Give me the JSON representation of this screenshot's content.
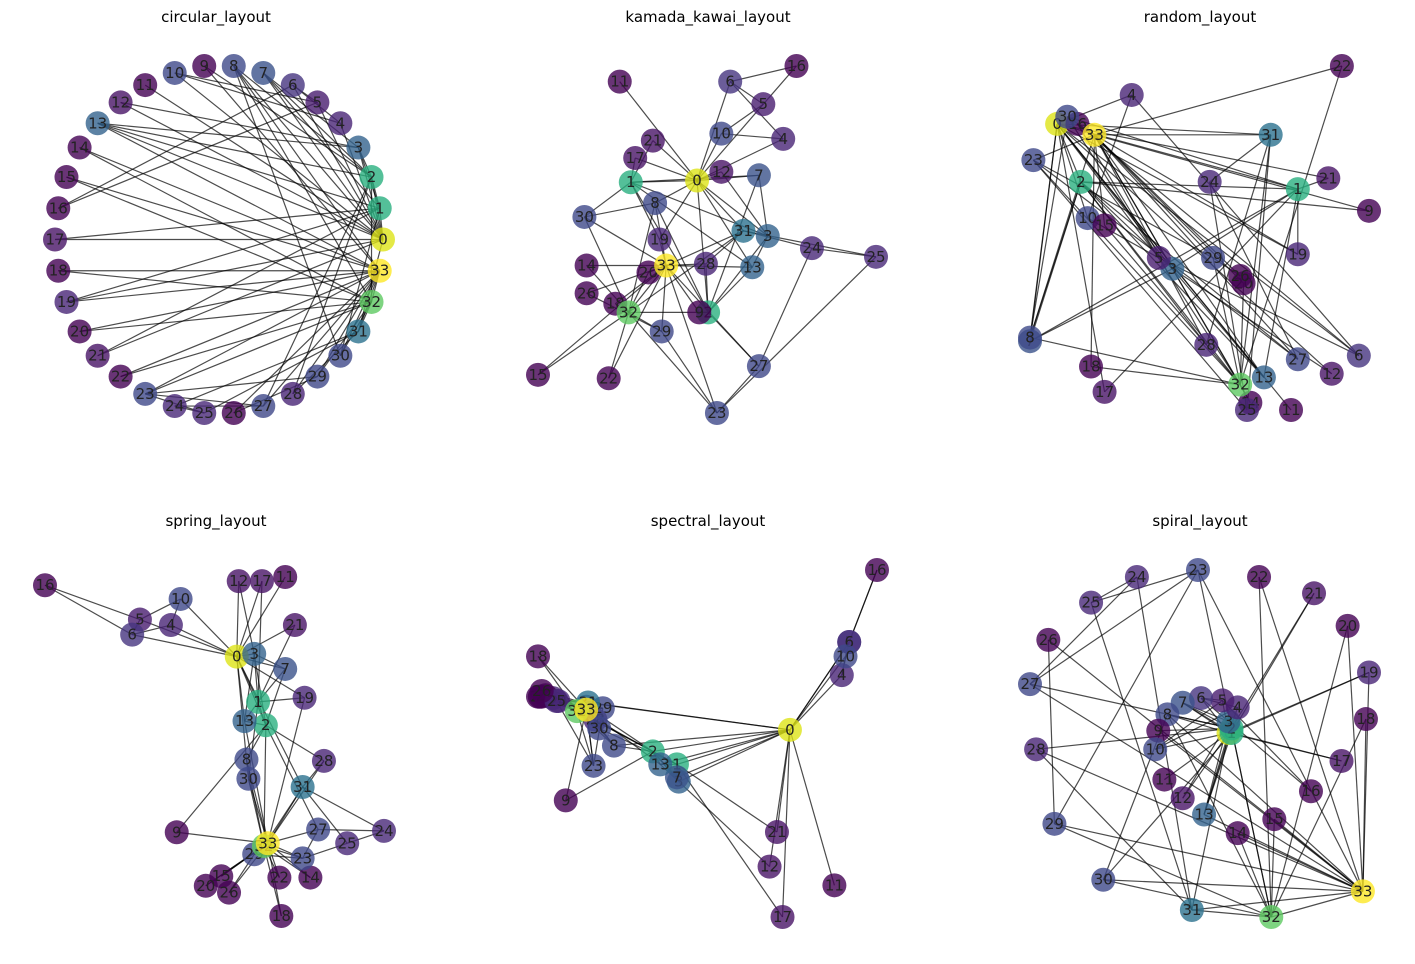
{
  "figure": {
    "panels": [
      {
        "title": "circular_layout"
      },
      {
        "title": "kamada_kawai_layout"
      },
      {
        "title": "random_layout"
      },
      {
        "title": "spring_layout"
      },
      {
        "title": "spectral_layout"
      },
      {
        "title": "spiral_layout"
      }
    ],
    "colors": {
      "0": "#dde318",
      "1": "#29af7f",
      "2": "#2ab07f",
      "3": "#33638d",
      "4": "#482475",
      "5": "#481d6f",
      "6": "#463480",
      "7": "#3b528b",
      "8": "#3e4a89",
      "9": "#440154",
      "10": "#3f4889",
      "11": "#440154",
      "12": "#481467",
      "13": "#33638d",
      "14": "#440154",
      "15": "#440154",
      "16": "#440154",
      "17": "#481467",
      "18": "#440154",
      "19": "#482677",
      "20": "#440154",
      "21": "#481467",
      "22": "#440154",
      "23": "#3e4989",
      "24": "#482878",
      "25": "#482878",
      "26": "#440154",
      "27": "#3f4788",
      "28": "#482475",
      "29": "#3f4788",
      "30": "#3e4989",
      "31": "#2c728e",
      "32": "#5ec962",
      "33": "#fde725"
    }
  },
  "chart_data": [
    {
      "type": "network",
      "title": "circular_layout",
      "nodes": [
        "0",
        "1",
        "2",
        "3",
        "4",
        "5",
        "6",
        "7",
        "8",
        "9",
        "10",
        "11",
        "12",
        "13",
        "14",
        "15",
        "16",
        "17",
        "18",
        "19",
        "20",
        "21",
        "22",
        "23",
        "24",
        "25",
        "26",
        "27",
        "28",
        "29",
        "30",
        "31",
        "32",
        "33"
      ],
      "x": [
        1.0,
        0.98,
        0.93,
        0.85,
        0.74,
        0.6,
        0.45,
        0.27,
        0.09,
        -0.09,
        -0.27,
        -0.45,
        -0.6,
        -0.74,
        -0.85,
        -0.93,
        -0.98,
        -1.0,
        -0.98,
        -0.93,
        -0.85,
        -0.74,
        -0.6,
        -0.45,
        -0.27,
        -0.09,
        0.09,
        0.27,
        0.45,
        0.6,
        0.74,
        0.85,
        0.93,
        0.98
      ],
      "y": [
        0.0,
        0.18,
        0.36,
        0.53,
        0.67,
        0.79,
        0.89,
        0.96,
        1.0,
        1.0,
        0.96,
        0.89,
        0.79,
        0.67,
        0.53,
        0.36,
        0.18,
        0.0,
        -0.18,
        -0.36,
        -0.53,
        -0.67,
        -0.79,
        -0.89,
        -0.96,
        -1.0,
        -1.0,
        -0.96,
        -0.89,
        -0.79,
        -0.67,
        -0.53,
        -0.36,
        -0.18
      ]
    },
    {
      "type": "network",
      "title": "kamada_kawai_layout",
      "nodes": [
        "0",
        "1",
        "2",
        "3",
        "4",
        "5",
        "6",
        "7",
        "8",
        "9",
        "10",
        "11",
        "12",
        "13",
        "14",
        "15",
        "16",
        "17",
        "18",
        "19",
        "20",
        "21",
        "22",
        "23",
        "24",
        "25",
        "26",
        "27",
        "28",
        "29",
        "30",
        "31",
        "32",
        "33"
      ],
      "x": [
        -0.04,
        -0.34,
        0.01,
        0.28,
        0.35,
        0.26,
        0.11,
        0.24,
        -0.23,
        -0.03,
        0.07,
        -0.39,
        0.07,
        0.21,
        -0.54,
        -0.76,
        0.41,
        -0.32,
        -0.41,
        -0.21,
        -0.26,
        -0.24,
        -0.44,
        0.05,
        0.48,
        0.77,
        -0.54,
        0.24,
        0.0,
        -0.2,
        -0.55,
        0.17,
        -0.35,
        -0.18
      ],
      "y": [
        0.34,
        0.33,
        -0.42,
        0.02,
        0.58,
        0.78,
        0.91,
        0.37,
        0.21,
        -0.42,
        0.61,
        0.91,
        0.39,
        -0.16,
        -0.15,
        -0.78,
        1.0,
        0.47,
        -0.37,
        0.0,
        -0.19,
        0.57,
        -0.8,
        -1.0,
        -0.05,
        -0.1,
        -0.31,
        -0.73,
        -0.14,
        -0.53,
        0.13,
        0.05,
        -0.42,
        -0.15
      ]
    },
    {
      "type": "network",
      "title": "random_layout",
      "nodes": [
        "0",
        "1",
        "2",
        "3",
        "4",
        "5",
        "6",
        "7",
        "8",
        "9",
        "10",
        "11",
        "12",
        "13",
        "14",
        "15",
        "16",
        "17",
        "18",
        "19",
        "20",
        "21",
        "22",
        "23",
        "24",
        "25",
        "26",
        "27",
        "28",
        "29",
        "30",
        "31",
        "32",
        "33"
      ],
      "x": [
        0.08,
        0.79,
        0.15,
        0.42,
        0.3,
        0.38,
        0.97,
        0.0,
        0.0,
        1.0,
        0.17,
        0.77,
        0.89,
        0.69,
        0.65,
        0.22,
        0.14,
        0.22,
        0.18,
        0.79,
        0.63,
        0.88,
        0.92,
        0.01,
        0.53,
        0.64,
        0.62,
        0.79,
        0.52,
        0.54,
        0.11,
        0.71,
        0.62,
        0.19
      ],
      "y": [
        0.82,
        0.64,
        0.66,
        0.42,
        0.9,
        0.45,
        0.18,
        0.22,
        0.23,
        0.58,
        0.56,
        0.03,
        0.13,
        0.12,
        0.05,
        0.54,
        0.82,
        0.08,
        0.15,
        0.46,
        0.38,
        0.67,
        0.98,
        0.72,
        0.66,
        0.03,
        0.4,
        0.17,
        0.21,
        0.45,
        0.84,
        0.79,
        0.1,
        0.79
      ]
    },
    {
      "type": "network",
      "title": "spring_layout",
      "nodes": [
        "0",
        "1",
        "2",
        "3",
        "4",
        "5",
        "6",
        "7",
        "8",
        "9",
        "10",
        "11",
        "12",
        "13",
        "14",
        "15",
        "16",
        "17",
        "18",
        "19",
        "20",
        "21",
        "22",
        "23",
        "24",
        "25",
        "26",
        "27",
        "28",
        "29",
        "30",
        "31",
        "32",
        "33"
      ],
      "x": [
        -0.01,
        0.1,
        0.14,
        0.08,
        -0.35,
        -0.51,
        -0.55,
        0.24,
        0.04,
        -0.32,
        -0.3,
        0.24,
        0.0,
        0.03,
        0.37,
        -0.09,
        -1.0,
        0.12,
        0.22,
        0.34,
        -0.17,
        0.29,
        0.21,
        0.33,
        0.75,
        0.56,
        -0.05,
        0.41,
        0.44,
        0.08,
        0.05,
        0.33,
        0.13,
        0.15
      ],
      "y": [
        0.89,
        0.56,
        0.39,
        0.91,
        1.12,
        1.16,
        1.05,
        0.8,
        0.14,
        -0.39,
        1.31,
        1.47,
        1.44,
        0.42,
        -0.72,
        -0.71,
        1.41,
        1.44,
        -1.0,
        0.59,
        -0.78,
        1.12,
        -0.72,
        -0.58,
        -0.38,
        -0.47,
        -0.83,
        -0.37,
        0.13,
        -0.55,
        0.0,
        -0.06,
        -0.49,
        -0.47
      ]
    },
    {
      "type": "network",
      "title": "spectral_layout",
      "nodes": [
        "0",
        "1",
        "2",
        "3",
        "4",
        "5",
        "6",
        "7",
        "8",
        "9",
        "10",
        "11",
        "12",
        "13",
        "14",
        "15",
        "16",
        "17",
        "18",
        "19",
        "20",
        "21",
        "22",
        "23",
        "24",
        "25",
        "26",
        "27",
        "28",
        "29",
        "30",
        "31",
        "32",
        "33"
      ],
      "x": [
        0.53,
        -0.08,
        -0.21,
        -0.07,
        0.81,
        0.85,
        0.85,
        -0.08,
        -0.42,
        -0.68,
        0.83,
        0.77,
        0.42,
        -0.17,
        -0.81,
        -0.83,
        1.0,
        0.49,
        -0.83,
        -0.75,
        -0.82,
        0.46,
        -0.79,
        -0.53,
        -0.72,
        -0.73,
        -0.81,
        -0.57,
        -0.52,
        -0.48,
        -0.5,
        -0.56,
        -0.62,
        -0.57
      ],
      "y": [
        -0.11,
        -0.35,
        -0.26,
        -0.47,
        0.27,
        0.5,
        0.5,
        -0.44,
        -0.22,
        -0.6,
        0.4,
        -1.19,
        -1.06,
        -0.35,
        0.12,
        0.12,
        1.0,
        -1.41,
        0.4,
        0.11,
        0.12,
        -0.82,
        0.13,
        -0.36,
        0.09,
        0.09,
        0.16,
        0.05,
        -0.04,
        0.04,
        -0.1,
        0.08,
        0.02,
        0.03
      ]
    },
    {
      "type": "network",
      "title": "spiral_layout",
      "nodes": [
        "0",
        "1",
        "2",
        "3",
        "4",
        "5",
        "6",
        "7",
        "8",
        "9",
        "10",
        "11",
        "12",
        "13",
        "14",
        "15",
        "16",
        "17",
        "18",
        "19",
        "20",
        "21",
        "22",
        "23",
        "24",
        "25",
        "26",
        "27",
        "28",
        "29",
        "30",
        "31",
        "32",
        "33"
      ],
      "x": [
        0.02,
        0.03,
        0.03,
        0.02,
        0.05,
        0.0,
        -0.07,
        -0.13,
        -0.18,
        -0.21,
        -0.22,
        -0.19,
        -0.13,
        -0.06,
        0.05,
        0.17,
        0.29,
        0.39,
        0.47,
        0.48,
        0.41,
        0.3,
        0.12,
        -0.08,
        -0.28,
        -0.43,
        -0.57,
        -0.63,
        -0.61,
        -0.55,
        -0.39,
        -0.1,
        0.16,
        0.46
      ],
      "y": [
        0.4,
        0.4,
        0.42,
        0.45,
        0.51,
        0.54,
        0.55,
        0.53,
        0.48,
        0.41,
        0.33,
        0.2,
        0.12,
        0.05,
        -0.03,
        0.03,
        0.15,
        0.28,
        0.46,
        0.66,
        0.86,
        1.0,
        1.07,
        1.1,
        1.07,
        0.96,
        0.8,
        0.61,
        0.33,
        0.01,
        -0.23,
        -0.36,
        -0.39,
        -0.28
      ]
    }
  ],
  "edges": [
    [
      0,
      1
    ],
    [
      0,
      2
    ],
    [
      0,
      3
    ],
    [
      0,
      4
    ],
    [
      0,
      5
    ],
    [
      0,
      6
    ],
    [
      0,
      7
    ],
    [
      0,
      8
    ],
    [
      0,
      10
    ],
    [
      0,
      11
    ],
    [
      0,
      12
    ],
    [
      0,
      13
    ],
    [
      0,
      17
    ],
    [
      0,
      19
    ],
    [
      0,
      21
    ],
    [
      0,
      31
    ],
    [
      1,
      2
    ],
    [
      1,
      3
    ],
    [
      1,
      7
    ],
    [
      1,
      13
    ],
    [
      1,
      17
    ],
    [
      1,
      19
    ],
    [
      1,
      21
    ],
    [
      1,
      30
    ],
    [
      2,
      3
    ],
    [
      2,
      7
    ],
    [
      2,
      8
    ],
    [
      2,
      9
    ],
    [
      2,
      13
    ],
    [
      2,
      27
    ],
    [
      2,
      28
    ],
    [
      2,
      32
    ],
    [
      3,
      7
    ],
    [
      3,
      12
    ],
    [
      3,
      13
    ],
    [
      4,
      6
    ],
    [
      4,
      10
    ],
    [
      5,
      6
    ],
    [
      5,
      10
    ],
    [
      5,
      16
    ],
    [
      6,
      16
    ],
    [
      8,
      30
    ],
    [
      8,
      32
    ],
    [
      8,
      33
    ],
    [
      9,
      33
    ],
    [
      13,
      33
    ],
    [
      14,
      32
    ],
    [
      14,
      33
    ],
    [
      15,
      32
    ],
    [
      15,
      33
    ],
    [
      18,
      32
    ],
    [
      18,
      33
    ],
    [
      19,
      33
    ],
    [
      20,
      32
    ],
    [
      20,
      33
    ],
    [
      22,
      32
    ],
    [
      22,
      33
    ],
    [
      23,
      25
    ],
    [
      23,
      27
    ],
    [
      23,
      29
    ],
    [
      23,
      32
    ],
    [
      23,
      33
    ],
    [
      24,
      25
    ],
    [
      24,
      27
    ],
    [
      24,
      31
    ],
    [
      25,
      31
    ],
    [
      26,
      29
    ],
    [
      26,
      33
    ],
    [
      27,
      33
    ],
    [
      28,
      31
    ],
    [
      28,
      33
    ],
    [
      29,
      32
    ],
    [
      29,
      33
    ],
    [
      30,
      32
    ],
    [
      30,
      33
    ],
    [
      31,
      32
    ],
    [
      31,
      33
    ],
    [
      32,
      33
    ]
  ]
}
